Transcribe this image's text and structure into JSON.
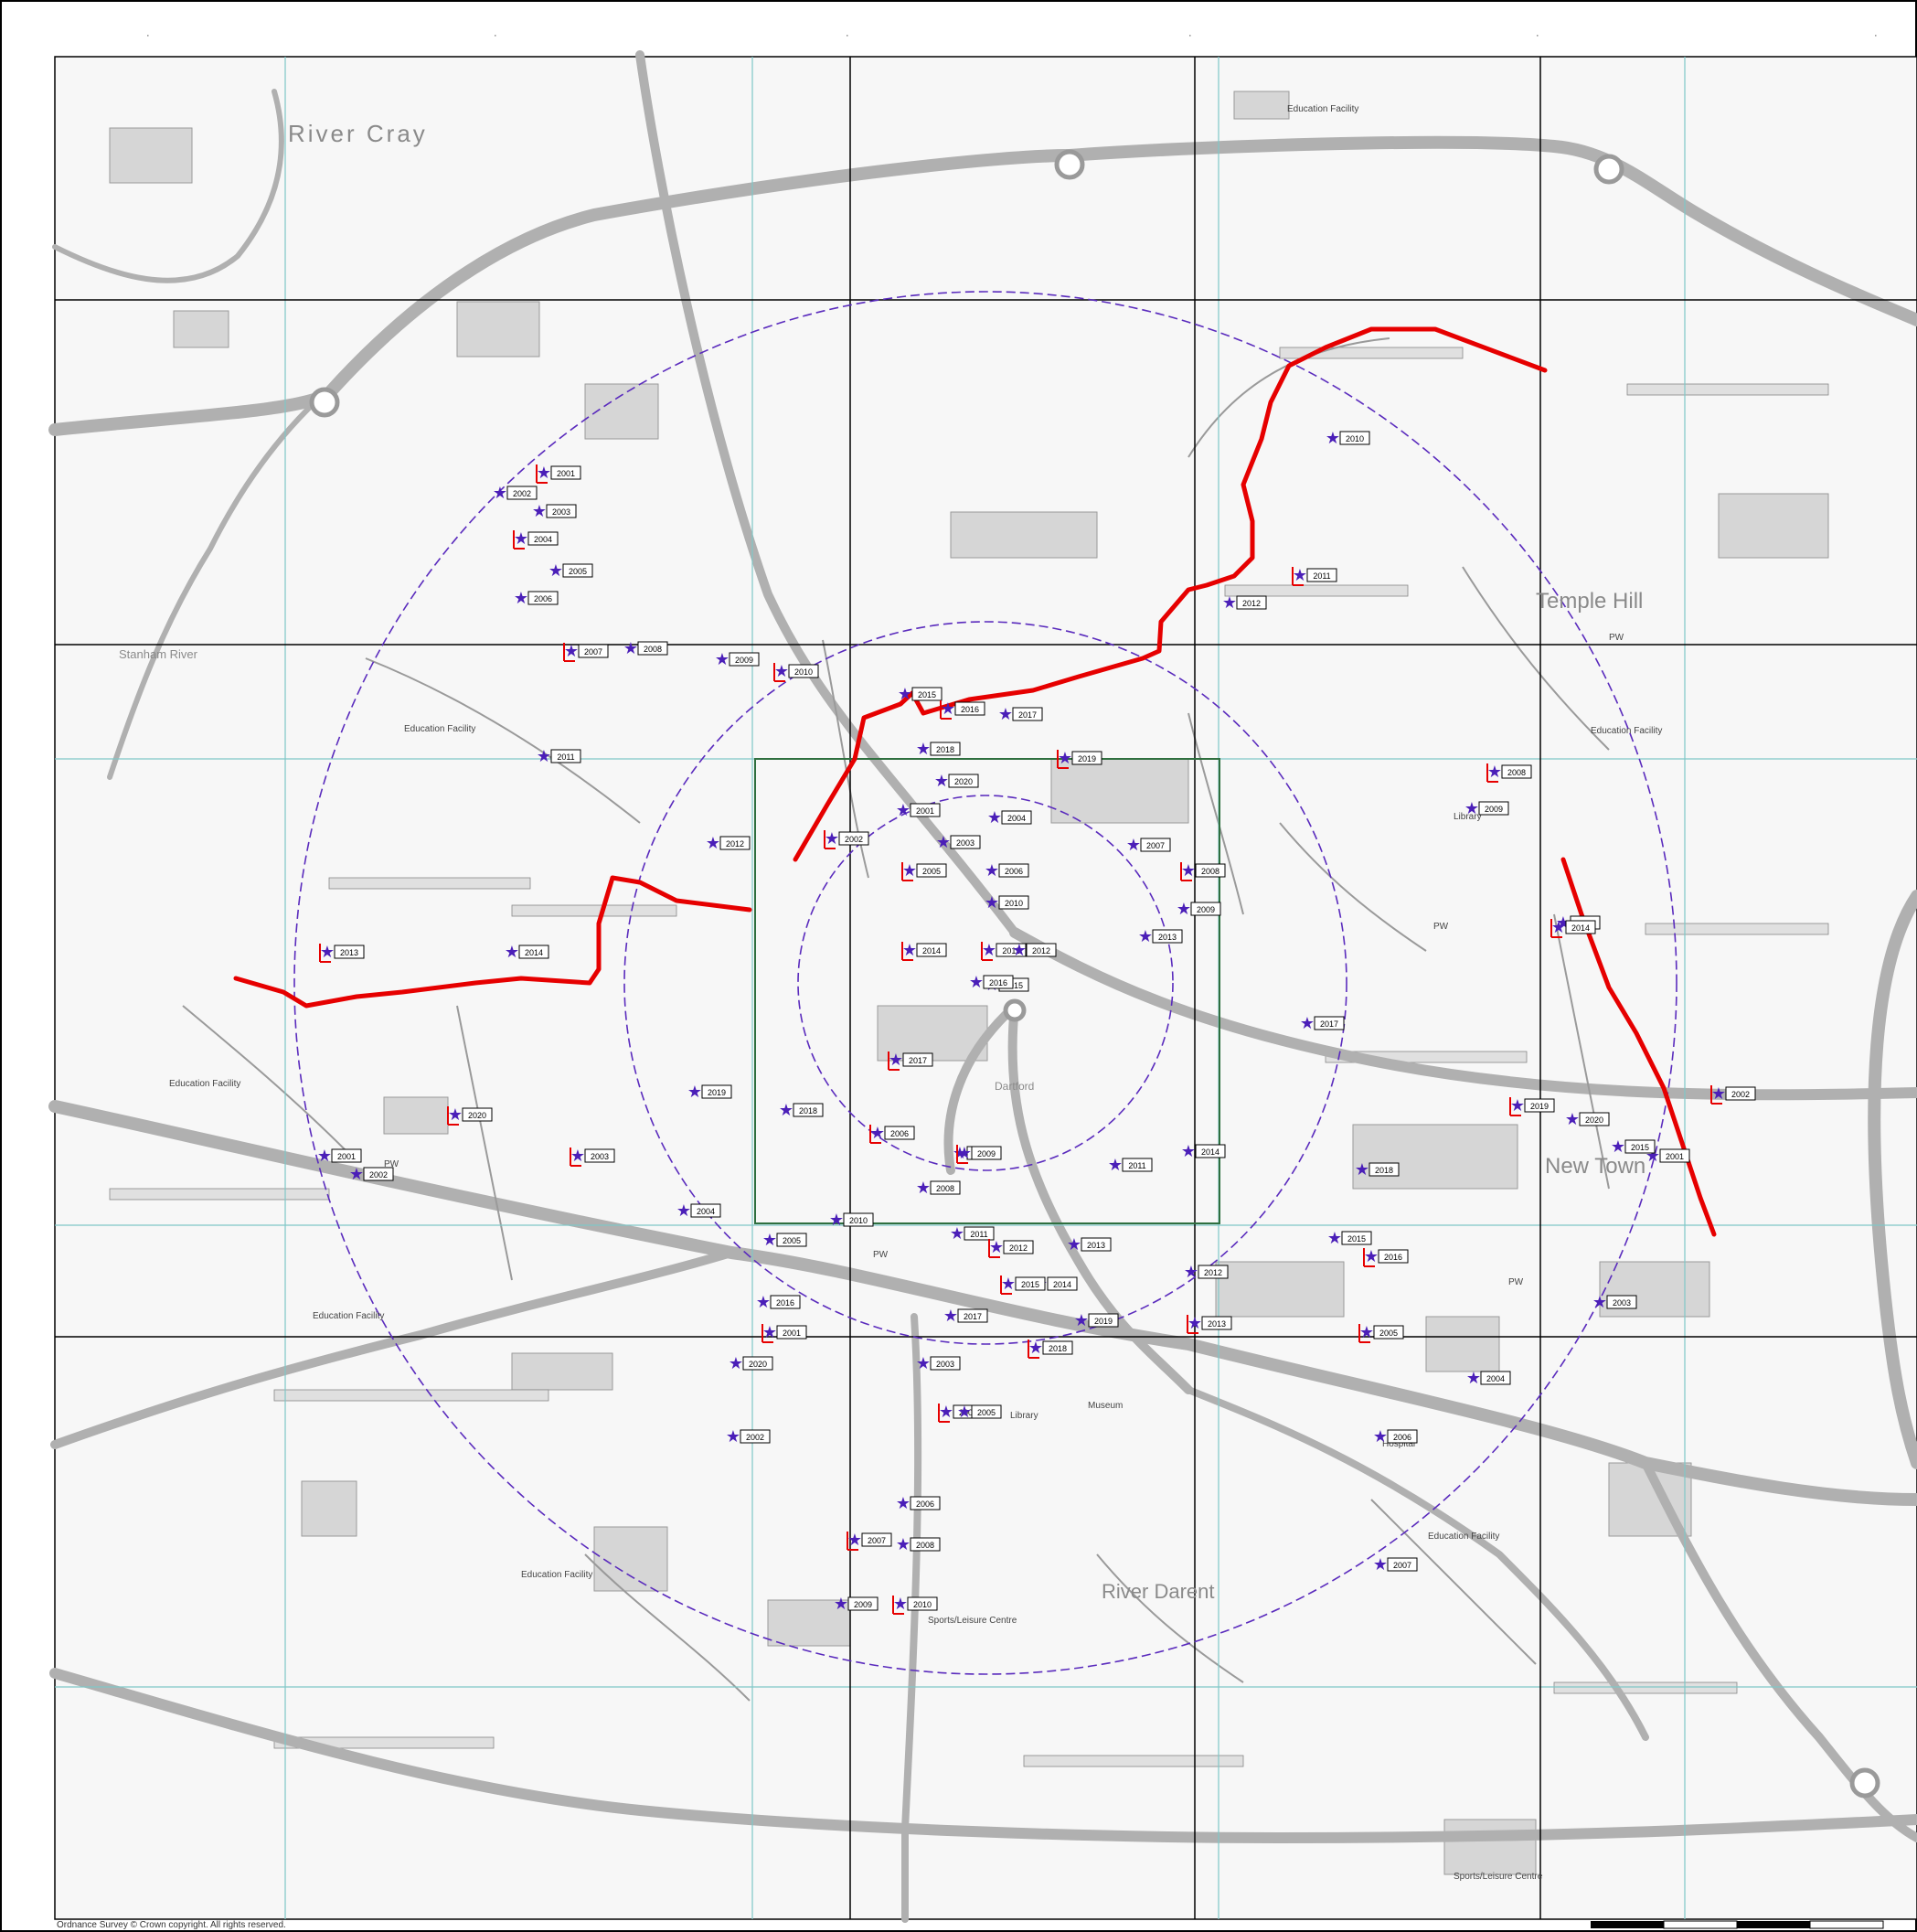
{
  "map": {
    "place_names": {
      "river_cray": "River Cray",
      "stanham": "Stanham River",
      "temple_hill": "Temple Hill",
      "new_town": "New Town",
      "dartford": "Dartford",
      "river_darent": "River Darent"
    },
    "facility_labels": {
      "education_facility": "Education Facility",
      "library": "Library",
      "museum": "Museum",
      "pw": "PW",
      "sports_leisure": "Sports/Leisure Centre",
      "hospital": "Hospital"
    },
    "site_labels": [
      "2001",
      "2002",
      "2003",
      "2004",
      "2005",
      "2006",
      "2007",
      "2008",
      "2009",
      "2010",
      "2011",
      "2012",
      "2013",
      "2014",
      "2015",
      "2016",
      "2017",
      "2018",
      "2019",
      "2020"
    ],
    "footer_note": "Ordnance Survey © Crown copyright. All rights reserved."
  },
  "colors": {
    "background": "#fafafa",
    "road_major": "#b0b0b0",
    "road_minor": "#ffffff",
    "building": "#c8c8c8",
    "grid": "#000000",
    "grid_minor": "#7fc7c7",
    "route": "#e60000",
    "circle": "#5a2bbd",
    "star": "#4b1fb8"
  },
  "icons": {
    "site_marker": "star-icon",
    "monitor_marker": "flag-icon"
  }
}
